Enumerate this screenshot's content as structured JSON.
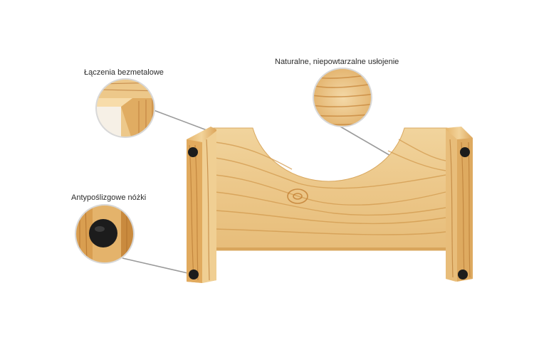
{
  "callouts": {
    "joints": "Łączenia bezmetalowe",
    "grain": "Naturalne, niepowtarzalne usłojenie",
    "feet": "Antypoślizgowe nóżki"
  },
  "colors": {
    "wood_light": "#f3d6a3",
    "wood_mid": "#e6b66f",
    "wood_dark": "#c98a3a",
    "foot": "#1c1c1c",
    "leader_line": "#9a9a9a"
  }
}
